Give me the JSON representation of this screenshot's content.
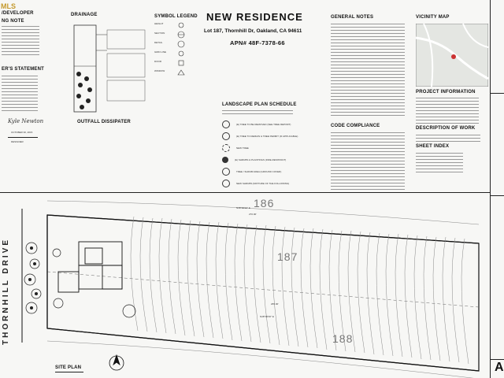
{
  "logo": "MLS",
  "title_block": {
    "title": "NEW RESIDENCE",
    "address": "Lot 187, Thornhill Dr, Oakland, CA 94611",
    "apn": "APN# 48F-7378-66"
  },
  "left_column": {
    "developer_heading": "/DEVELOPER",
    "notice_heading": "NG NOTE",
    "statement_heading": "ER'S STATEMENT",
    "date_label": "OCTOBER 30, 2015",
    "designer_label": "DESIGNER",
    "signature": "Kyle Newton"
  },
  "drainage": {
    "heading": "DRAINAGE",
    "outfall_label": "OUTFALL DISSIPATER"
  },
  "symbol_legend": {
    "heading": "SYMBOL LEGEND",
    "items": [
      "HEIGHT",
      "SECTION",
      "DETAIL",
      "GRID LINE",
      "DOOR",
      "WINDOW"
    ]
  },
  "landscape": {
    "heading": "LANDSCAPE PLAN SCHEDULE",
    "items": [
      "(E) TREE TO BE REMOVED (SEE TREE REPORT)",
      "(E) TREE TO REMAIN & TREE PERMIT (IF APPLICABLE)",
      "NEW TREE",
      "(E) SHRUBS & PLANTINGS (FIRE-RESISTANT)",
      "TREE / SHRUB AREA (GROUND COVER)",
      "NEW SHRUBS (MIXTURE OF THE FOLLOWING)"
    ]
  },
  "general_notes": {
    "heading": "GENERAL NOTES"
  },
  "code_compliance": {
    "heading": "CODE COMPLIANCE"
  },
  "vicinity_map": {
    "heading": "VICINITY MAP"
  },
  "project_info": {
    "heading": "PROJECT INFORMATION"
  },
  "description": {
    "heading": "DESCRIPTION OF WORK"
  },
  "sheet_index": {
    "heading": "SHEET INDEX"
  },
  "site_plan": {
    "street_name": "THORNHILL DRIVE",
    "lot_numbers": [
      "186",
      "187",
      "188"
    ],
    "plan_label": "SITE PLAN",
    "bearing_top": "N48°00'00\" E",
    "bearing_bottom": "N48°00'00\" E",
    "dimension_top": "270.00'",
    "dimension_bottom": "265.00'"
  },
  "sheet_number": "A"
}
